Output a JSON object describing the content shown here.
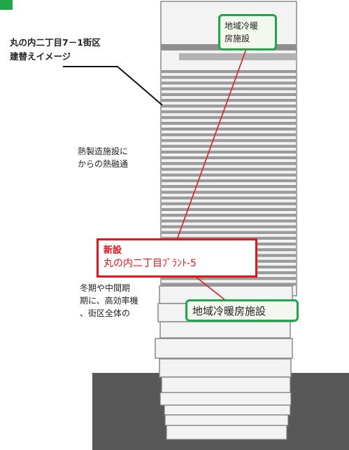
{
  "title": {
    "line1": "丸の内二丁目7－1街区",
    "line2": "建替えイメージ"
  },
  "side_text": {
    "block1": [
      "熱製造施設に",
      "からの熱融通"
    ],
    "block2": [
      "冬期や中間期",
      "期に、高効率機",
      "、街区全体の"
    ]
  },
  "callouts": {
    "top_facility": [
      "地域冷暖",
      "房施設"
    ],
    "new_plant_heading": "新設",
    "new_plant_name": "丸の内二丁目ﾌﾟﾗﾝﾄ-5",
    "bottom_facility": "地域冷暖房施設"
  },
  "colors": {
    "accent_green": "#1fa84a",
    "accent_red": "#e8141b",
    "building_face": "#f3f3f3",
    "building_band": "#9a9a9a",
    "ground": "#585858"
  }
}
